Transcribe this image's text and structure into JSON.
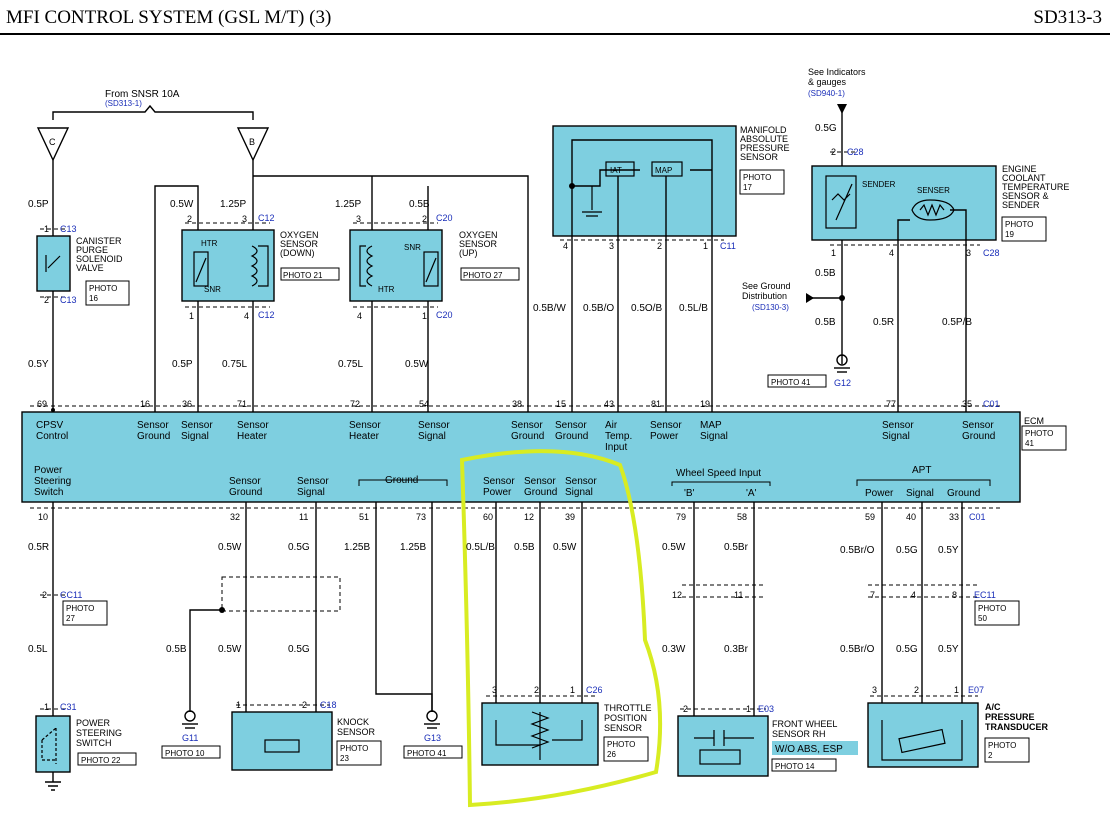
{
  "header": {
    "title": "MFI CONTROL SYSTEM (GSL M/T) (3)",
    "page_id": "SD313-3"
  },
  "refs": {
    "snsr_from": "From SNSR 10A",
    "snsr_ref": "(SD313-1)",
    "ind_1": "See Indicators",
    "ind_2": "& gauges",
    "ind_ref": "(SD940-1)",
    "gnd_1": "See Ground",
    "gnd_2": "Distribution",
    "gnd_ref": "(SD130-3)",
    "node_c": "C",
    "node_b": "B"
  },
  "components": {
    "canister": {
      "lines": [
        "CANISTER",
        "PURGE",
        "SOLENOID",
        "VALVE"
      ],
      "photo": [
        "PHOTO",
        "16"
      ]
    },
    "o2_down": {
      "lines": [
        "OXYGEN",
        "SENSOR",
        "(DOWN)"
      ],
      "photo": "PHOTO 21",
      "htr": "HTR",
      "snr": "SNR"
    },
    "o2_up": {
      "lines": [
        "OXYGEN",
        "SENSOR",
        "(UP)"
      ],
      "photo": "PHOTO 27",
      "htr": "HTR",
      "snr": "SNR"
    },
    "map": {
      "lines": [
        "MANIFOLD",
        "ABSOLUTE",
        "PRESSURE",
        "SENSOR"
      ],
      "photo": [
        "PHOTO",
        "17"
      ],
      "iat": "IAT",
      "map": "MAP"
    },
    "ect": {
      "lines": [
        "ENGINE",
        "COOLANT",
        "TEMPERATURE",
        "SENSOR &",
        "SENDER"
      ],
      "photo": [
        "PHOTO",
        "19"
      ],
      "sender": "SENDER",
      "senser": "SENSER"
    },
    "ecm": {
      "name": "ECM",
      "photo": [
        "PHOTO",
        "41"
      ]
    },
    "ps_switch": {
      "lines": [
        "POWER",
        "STEERING",
        "SWITCH"
      ],
      "photo": "PHOTO 22"
    },
    "knock": {
      "lines": [
        "KNOCK",
        "SENSOR"
      ],
      "photo": [
        "PHOTO",
        "23"
      ]
    },
    "tps": {
      "lines": [
        "THROTTLE",
        "POSITION",
        "SENSOR"
      ],
      "photo": [
        "PHOTO",
        "26"
      ]
    },
    "wheel": {
      "lines": [
        "FRONT WHEEL",
        "SENSOR RH"
      ],
      "badge": "W/O ABS, ESP",
      "photo": "PHOTO 14"
    },
    "apt": {
      "lines": [
        "A/C",
        "PRESSURE",
        "TRANSDUCER"
      ],
      "photo": [
        "PHOTO",
        "2"
      ]
    }
  },
  "photos": {
    "g12": "PHOTO 41",
    "g11": "PHOTO 10",
    "g13": "PHOTO 41",
    "cc11": [
      "PHOTO",
      "27"
    ],
    "ec11": [
      "PHOTO",
      "50"
    ]
  },
  "connectors": {
    "c13": "C13",
    "c12": "C12",
    "c20": "C20",
    "c11": "C11",
    "c28": "C28",
    "c01": "C01",
    "cc11": "CC11",
    "ec11": "EC11",
    "c31": "C31",
    "c18": "C18",
    "c26": "C26",
    "e03": "E03",
    "e07": "E07",
    "g12": "G12",
    "g11": "G11",
    "g13": "G13"
  },
  "pins": {
    "can_top": "1",
    "can_bot": "2",
    "o2d_2": "2",
    "o2d_3": "3",
    "o2d_1": "1",
    "o2d_4": "4",
    "o2u_3": "3",
    "o2u_2": "2",
    "o2u_4": "4",
    "o2u_1": "1",
    "map_4": "4",
    "map_3": "3",
    "map_2": "2",
    "map_1": "1",
    "ect_2": "2",
    "ect_1": "1",
    "ect_4": "4",
    "ect_3": "3",
    "ecm_69": "69",
    "ecm_16": "16",
    "ecm_36": "36",
    "ecm_71": "71",
    "ecm_72": "72",
    "ecm_54": "54",
    "ecm_38": "38",
    "ecm_15": "15",
    "ecm_43": "43",
    "ecm_81": "81",
    "ecm_19": "19",
    "ecm_77": "77",
    "ecm_35": "35",
    "ecm_10": "10",
    "ecm_32": "32",
    "ecm_11": "11",
    "ecm_51": "51",
    "ecm_73": "73",
    "ecm_60": "60",
    "ecm_12": "12",
    "ecm_39": "39",
    "ecm_79": "79",
    "ecm_58": "58",
    "ecm_59": "59",
    "ecm_40": "40",
    "ecm_33": "33",
    "cc11_2": "2",
    "ec_12": "12",
    "ec_11": "11",
    "ec_7": "7",
    "ec_4": "4",
    "ec_8": "8",
    "ps_1": "1",
    "kn_1": "1",
    "kn_2": "2",
    "tps_3": "3",
    "tps_2": "2",
    "tps_1": "1",
    "wh_2": "2",
    "wh_1": "1",
    "apt_3": "3",
    "apt_2": "2",
    "apt_1": "1"
  },
  "wires": {
    "w_c": "0.5P",
    "w_b": "1.25P",
    "w_05w": "0.5W",
    "w_125p_b": "1.25P",
    "w_05b_top": "0.5B",
    "w_05y_can": "0.5Y",
    "w_05p": "0.5P",
    "w_075l_a": "0.75L",
    "w_075l_b": "0.75L",
    "w_05w_o2": "0.5W",
    "w_map_4": "0.5B/W",
    "w_map_3": "0.5B/O",
    "w_map_2": "0.5O/B",
    "w_map_1": "0.5L/B",
    "w_ect_top": "0.5G",
    "w_ect_1": "0.5B",
    "w_ect_1b": "0.5B",
    "w_ect_4": "0.5R",
    "w_ect_3": "0.5P/B",
    "w_10": "0.5R",
    "w_32": "0.5W",
    "w_11": "0.5G",
    "w_51": "1.25B",
    "w_73": "1.25B",
    "w_60": "0.5L/B",
    "w_12": "0.5B",
    "w_39": "0.5W",
    "w_79": "0.5W",
    "w_58": "0.5Br",
    "w_59": "0.5Br/O",
    "w_40": "0.5G",
    "w_33": "0.5Y",
    "w_ps": "0.5L",
    "w_g11": "0.5B",
    "w_kn1": "0.5W",
    "w_kn2": "0.5G",
    "w_wh2": "0.3W",
    "w_wh1": "0.3Br",
    "w_apt3": "0.5Br/O",
    "w_apt2": "0.5G",
    "w_apt1": "0.5Y"
  },
  "ecm_labels": {
    "cpsv": [
      "CPSV",
      "Control"
    ],
    "sg16": [
      "Sensor",
      "Ground"
    ],
    "ss36": [
      "Sensor",
      "Signal"
    ],
    "sh71": [
      "Sensor",
      "Heater"
    ],
    "sh72": [
      "Sensor",
      "Heater"
    ],
    "ss54": [
      "Sensor",
      "Signal"
    ],
    "sg38": [
      "Sensor",
      "Ground"
    ],
    "sg15": [
      "Sensor",
      "Ground"
    ],
    "air": [
      "Air",
      "Temp.",
      "Input"
    ],
    "sp81": [
      "Sensor",
      "Power"
    ],
    "map": [
      "MAP",
      "Signal"
    ],
    "ss77": [
      "Sensor",
      "Signal"
    ],
    "sg35": [
      "Sensor",
      "Ground"
    ],
    "ps": [
      "Power",
      "Steering",
      "Switch"
    ],
    "sg32": [
      "Sensor",
      "Ground"
    ],
    "ss11": [
      "Sensor",
      "Signal"
    ],
    "ground": "Ground",
    "sp60": [
      "Sensor",
      "Power"
    ],
    "sg12": [
      "Sensor",
      "Ground"
    ],
    "ss39": [
      "Sensor",
      "Signal"
    ],
    "wsi": "Wheel Speed Input",
    "wsi_b": "'B'",
    "wsi_a": "'A'",
    "apt": "APT",
    "apt_power": "Power",
    "apt_signal": "Signal",
    "apt_ground": "Ground"
  },
  "colors": {
    "fill": "#7ecfe0",
    "connector_ref": "#1a2eb8",
    "highlight": "#d8ec22",
    "badge": "#7ecfe0"
  }
}
